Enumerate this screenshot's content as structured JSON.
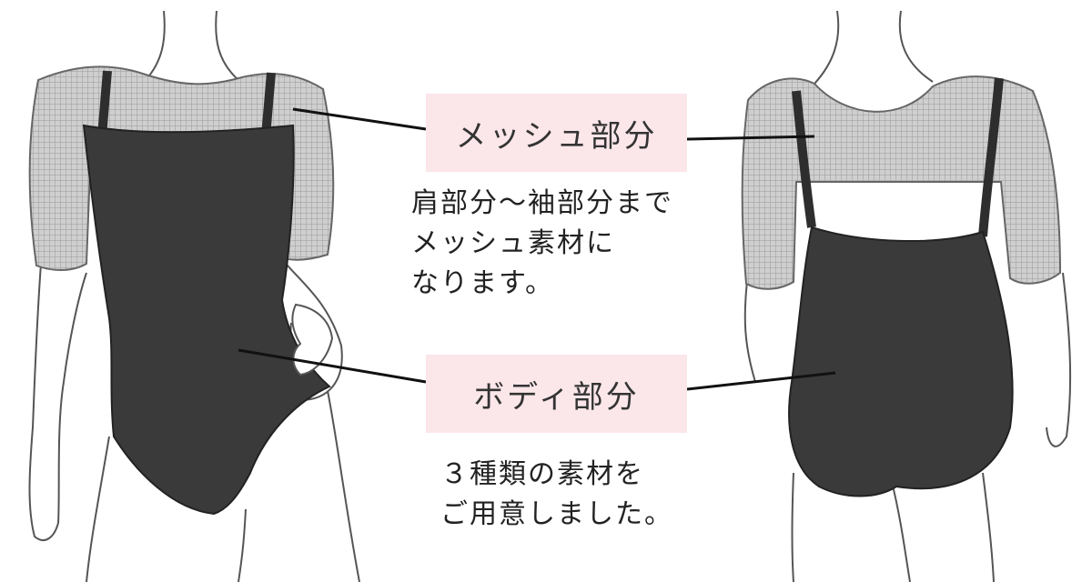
{
  "labels": {
    "mesh": "メッシュ部分",
    "body": "ボディ部分"
  },
  "descriptions": {
    "mesh": [
      "肩部分～袖部分まで",
      "メッシュ素材に",
      "なります。"
    ],
    "body": [
      "３種類の素材を",
      "ご用意しました。"
    ]
  },
  "colors": {
    "label_bg": "#fbe6ea",
    "garment": "#3a3a3a",
    "mesh": "#c7c7c7",
    "outline": "#333333"
  }
}
